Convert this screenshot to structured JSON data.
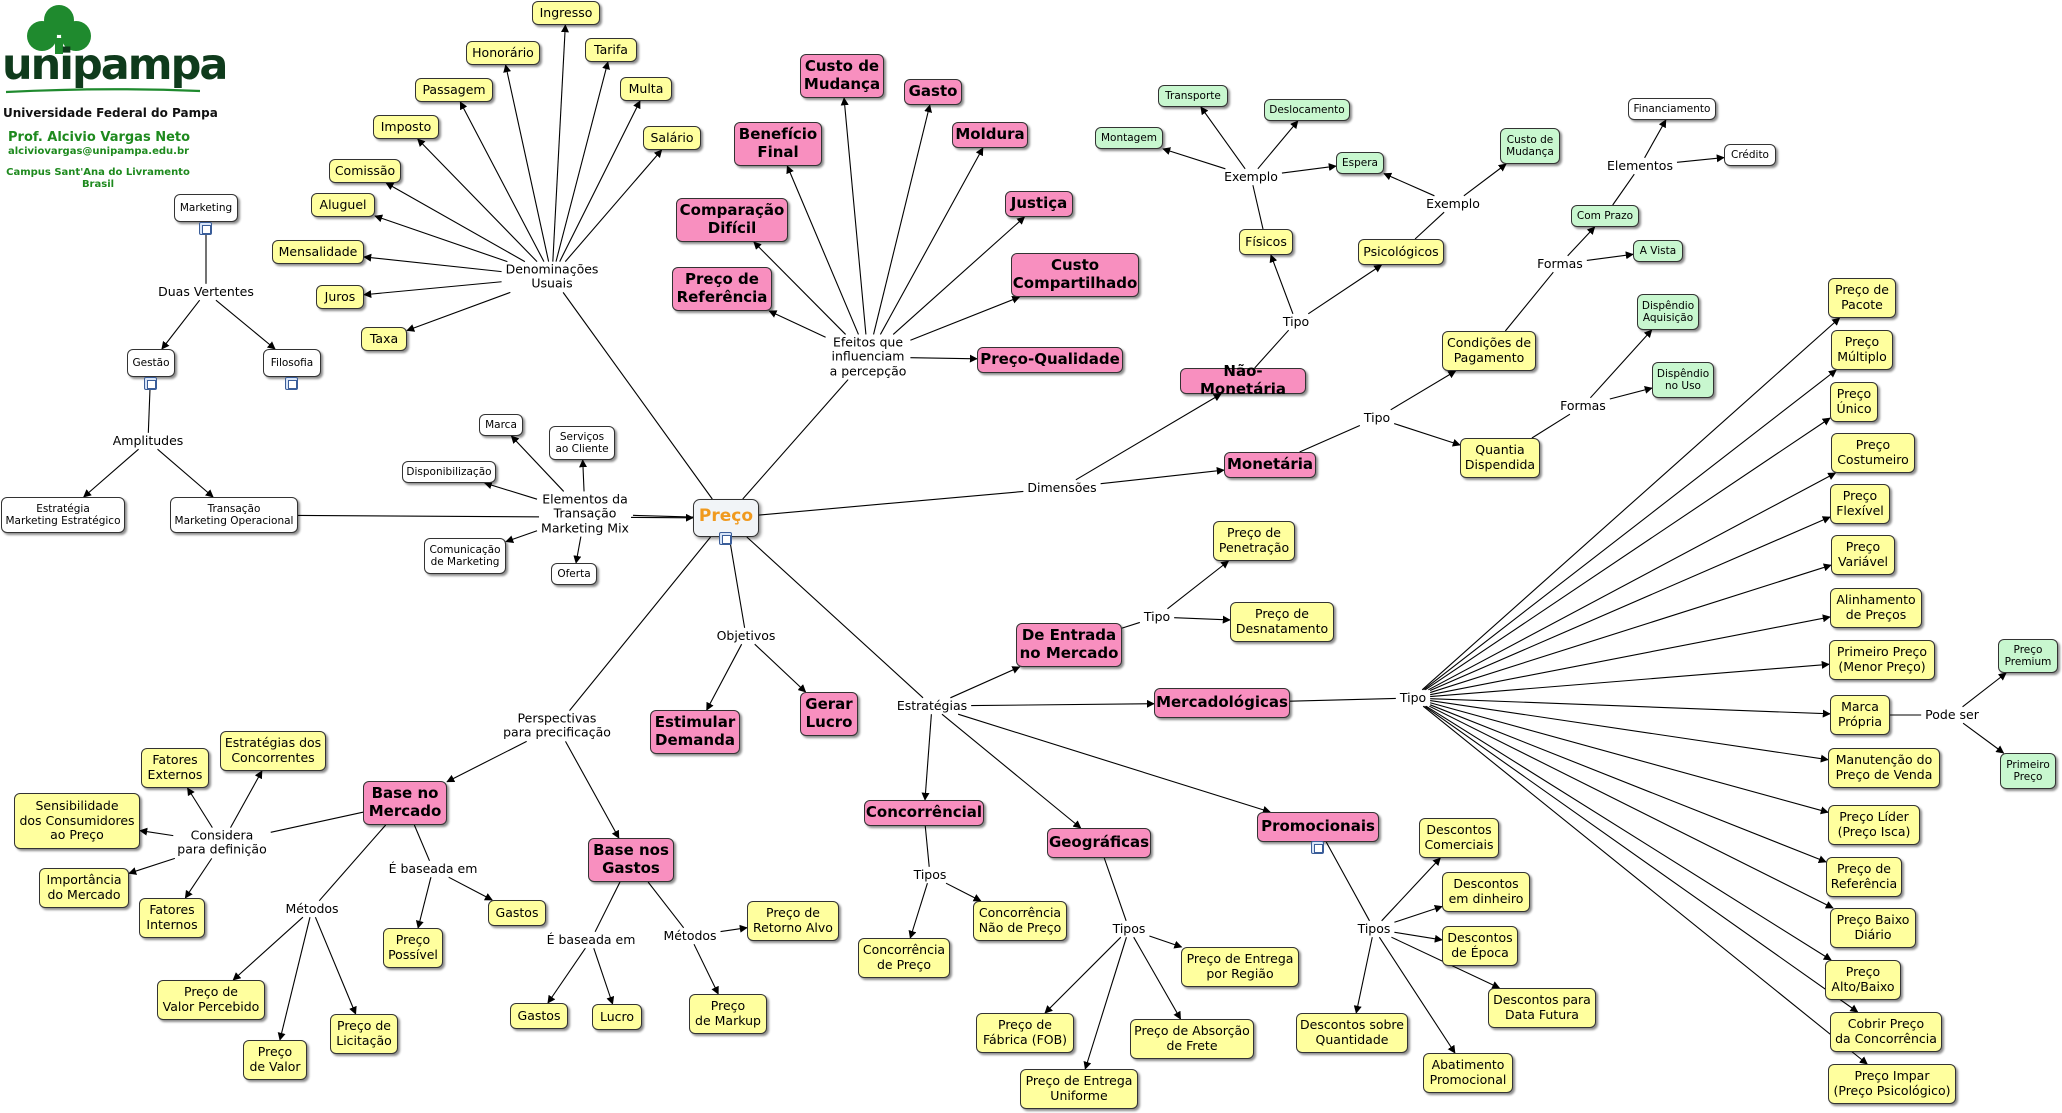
{
  "header": {
    "logo_word": "unipampa",
    "university": "Universidade Federal do Pampa",
    "professor": "Prof. Alcivio Vargas Neto",
    "email": "alciviovargas@unipampa.edu.br",
    "campus_line1": "Campus Sant'Ana do Livramento",
    "campus_line2": "Brasil"
  },
  "colors": {
    "pink": "#f88fbf",
    "yellow": "#ffff9e",
    "green_light": "#c8f7cf",
    "center_text": "#f09a1f",
    "logo_green": "#1f8a2e",
    "text_green": "#1e8a1e"
  },
  "nodes": {
    "preco": "Preço",
    "ingresso": "Ingresso",
    "honorario": "Honorário",
    "tarifa": "Tarifa",
    "passagem": "Passagem",
    "multa": "Multa",
    "imposto": "Imposto",
    "salario": "Salário",
    "comissao": "Comissão",
    "aluguel": "Aluguel",
    "mensalidade": "Mensalidade",
    "juros": "Juros",
    "taxa": "Taxa",
    "custo_mudanca": "Custo de\nMudança",
    "gasto": "Gasto",
    "beneficio_final": "Benefício\nFinal",
    "moldura": "Moldura",
    "comparacao_dificil": "Comparação\nDifícil",
    "justica": "Justiça",
    "preco_referencia_pink": "Preço de\nReferência",
    "custo_compartilhado": "Custo\nCompartilhado",
    "preco_qualidade": "Preço-Qualidade",
    "marketing": "Marketing",
    "gestao": "Gestão",
    "filosofia": "Filosofia",
    "estrategia_mkt": "Estratégia\nMarketing Estratégico",
    "transacao_mkt": "Transação\nMarketing Operacional",
    "marca": "Marca",
    "servicos_cliente": "Serviços\nao Cliente",
    "disponibilizacao": "Disponibilização",
    "comunicacao_mkt": "Comunicação\nde Marketing",
    "oferta": "Oferta",
    "transporte": "Transporte",
    "deslocamento": "Deslocamento",
    "montagem": "Montagem",
    "espera": "Espera",
    "custo_mudanca_green": "Custo de\nMudança",
    "fisicos": "Físicos",
    "psicologicos": "Psicológicos",
    "nao_monetaria": "Não-Monetária",
    "monetaria": "Monetária",
    "financiamento": "Financiamento",
    "credito": "Crédito",
    "com_prazo": "Com Prazo",
    "a_vista": "A Vista",
    "condicoes_pagamento": "Condições de\nPagamento",
    "dispendio_aquisicao": "Dispêndio\nAquisição",
    "dispendio_uso": "Dispêndio\nno Uso",
    "quantia_dispendida": "Quantia\nDispendida",
    "preco_penetracao": "Preço de\nPenetração",
    "preco_desnatamento": "Preço de\nDesnatamento",
    "de_entrada": "De Entrada\nno Mercado",
    "mercadologicas": "Mercadológicas",
    "estimular_demanda": "Estimular\nDemanda",
    "gerar_lucro": "Gerar\nLucro",
    "concorrencial": "Concorrêncial",
    "geograficas": "Geográficas",
    "promocionais": "Promocionais",
    "concorrencia_preco": "Concorrência\nde Preço",
    "concorrencia_nao_preco": "Concorrência\nNão de Preço",
    "preco_entrega_regiao": "Preço de Entrega\npor Região",
    "preco_fabrica": "Preço de\nFábrica (FOB)",
    "preco_absorcao": "Preço de Absorção\nde Frete",
    "preco_entrega_uniforme": "Preço de Entrega\nUniforme",
    "descontos_comerciais": "Descontos\nComerciais",
    "descontos_dinheiro": "Descontos\nem dinheiro",
    "descontos_epoca": "Descontos\nde Época",
    "descontos_data_futura": "Descontos para\nData Futura",
    "descontos_quantidade": "Descontos sobre\nQuantidade",
    "abatimento": "Abatimento\nPromocional",
    "base_mercado": "Base no\nMercado",
    "base_gastos": "Base nos\nGastos",
    "fatores_externos": "Fatores\nExternos",
    "estrategias_concorrentes": "Estratégias dos\nConcorrentes",
    "sensibilidade": "Sensibilidade\ndos Consumidores\nao Preço",
    "importancia_mercado": "Importância\ndo Mercado",
    "fatores_internos": "Fatores\nInternos",
    "preco_possivel": "Preço\nPossível",
    "gastos_a": "Gastos",
    "preco_valor_percebido": "Preço de\nValor Percebido",
    "preco_de_valor": "Preço\nde Valor",
    "preco_licitacao": "Preço de\nLicitação",
    "preco_retorno_alvo": "Preço de\nRetorno Alvo",
    "gastos_b": "Gastos",
    "lucro": "Lucro",
    "preco_markup": "Preço\nde Markup",
    "preco_pacote": "Preço de\nPacote",
    "preco_multiplo": "Preço\nMúltiplo",
    "preco_unico": "Preço\nÚnico",
    "preco_costumeiro": "Preço\nCostumeiro",
    "preco_flexivel": "Preço\nFlexível",
    "preco_variavel": "Preço\nVariável",
    "alinhamento_precos": "Alinhamento\nde Preços",
    "primeiro_preco_menor": "Primeiro Preço\n(Menor Preço)",
    "marca_propria": "Marca\nPrópria",
    "manutencao_preco": "Manutenção do\nPreço de Venda",
    "preco_lider": "Preço Líder\n(Preço Isca)",
    "preco_referencia_y": "Preço de\nReferência",
    "preco_baixo_diario": "Preço Baixo\nDiário",
    "preco_alto_baixo": "Preço\nAlto/Baixo",
    "cobrir_preco": "Cobrir Preço\nda Concorrência",
    "preco_impar": "Preço Impar\n(Preço Psicológico)",
    "preco_premium": "Preço\nPremium",
    "primeiro_preco_green": "Primeiro\nPreço"
  },
  "labels": {
    "denominacoes": "Denominações\nUsuais",
    "efeitos": "Efeitos que\ninfluenciam\na percepção",
    "duas_vertentes": "Duas Vertentes",
    "amplitudes": "Amplitudes",
    "elementos_transacao": "Elementos da\nTransação\nMarketing Mix",
    "dimensoes": "Dimensões",
    "exemplo_a": "Exemplo",
    "exemplo_b": "Exemplo",
    "tipo_nm": "Tipo",
    "tipo_m": "Tipo",
    "elementos": "Elementos",
    "formas_a": "Formas",
    "formas_b": "Formas",
    "tipo_entrada": "Tipo",
    "tipo_merc": "Tipo",
    "pode_ser": "Pode ser",
    "objetivos": "Objetivos",
    "estrategias": "Estratégias",
    "perspectivas": "Perspectivas\npara precificação",
    "tipos_conc": "Tipos",
    "tipos_geo": "Tipos",
    "tipos_promo": "Tipos",
    "considera": "Considera\npara definição",
    "e_baseada_a": "É baseada em",
    "metodos_a": "Métodos",
    "e_baseada_b": "É baseada em",
    "metodos_b": "Métodos"
  }
}
